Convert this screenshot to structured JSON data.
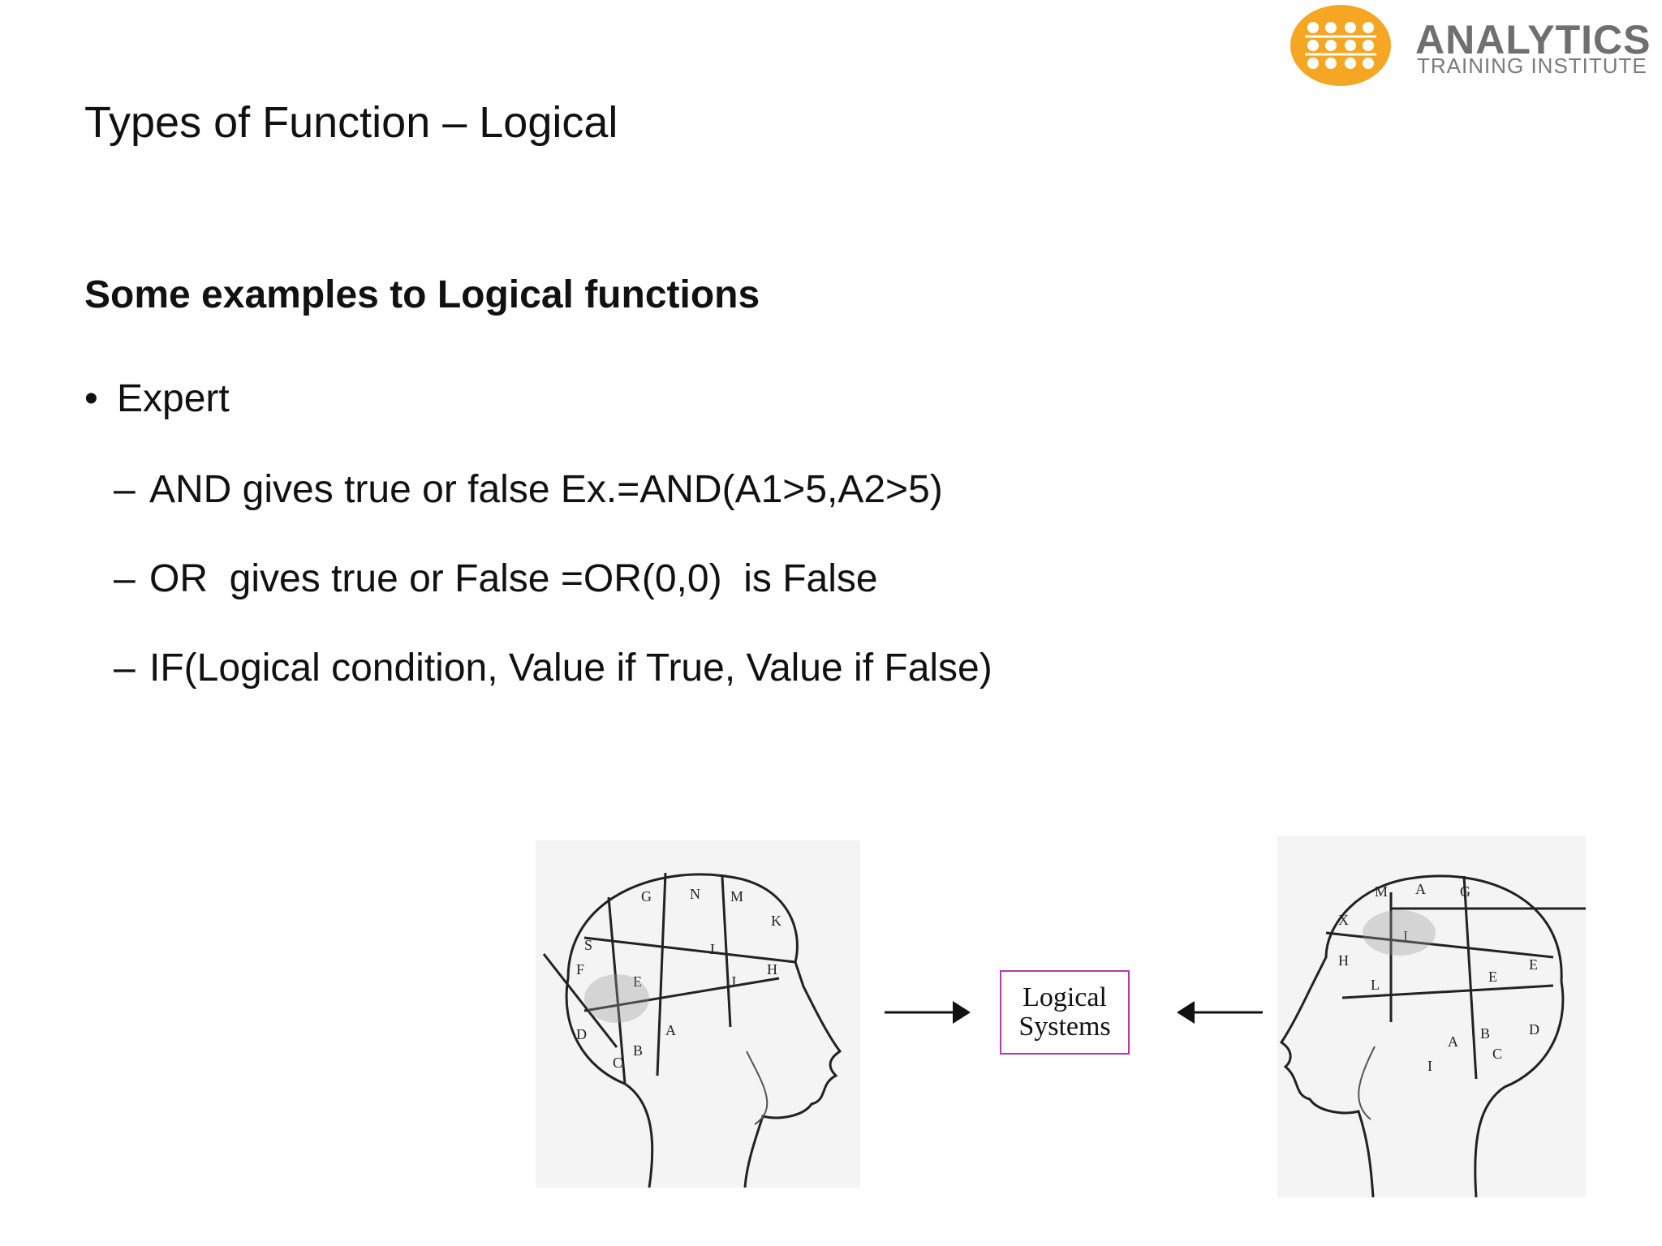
{
  "logo": {
    "name": "ANALYTICS",
    "tagline": "TRAINING INSTITUTE",
    "color": "#f5a623"
  },
  "slide": {
    "title": "Types of Function – Logical",
    "subtitle": "Some examples to Logical functions",
    "bullet": {
      "marker": "•",
      "text": "Expert",
      "subitems": [
        {
          "marker": "–",
          "text": "AND gives true or false Ex.=AND(A1>5,A2>5)"
        },
        {
          "marker": "–",
          "text": "OR  gives true or False =OR(0,0)  is False"
        },
        {
          "marker": "–",
          "text": "IF(Logical condition, Value if True, Value if False)"
        }
      ]
    }
  },
  "figure": {
    "box_line1": "Logical",
    "box_line2": "Systems",
    "box_border_color": "#b03ab0",
    "left_image": "phrenology-head-facing-right",
    "right_image": "phrenology-head-facing-left",
    "left_arrow_icon": "arrow-right-icon",
    "right_arrow_icon": "arrow-left-icon"
  }
}
